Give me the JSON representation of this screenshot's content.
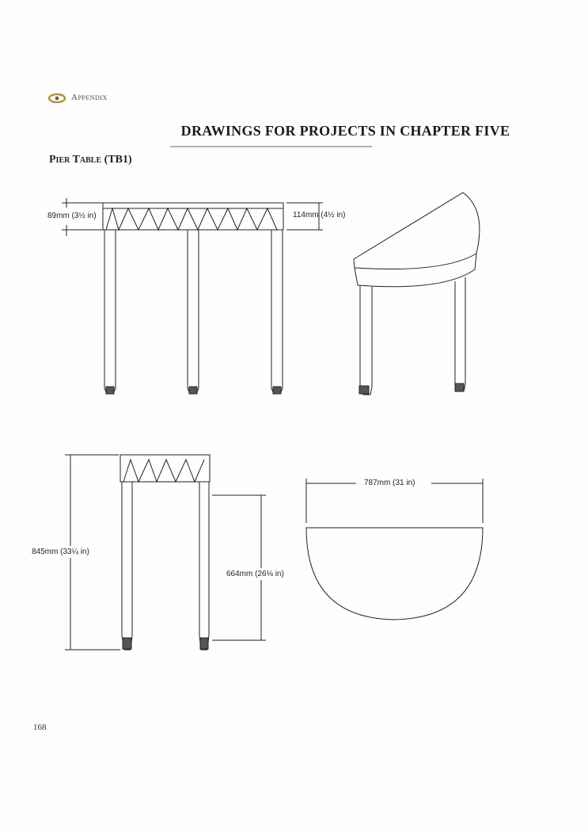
{
  "header": {
    "section": "Appendix",
    "title": "DRAWINGS FOR PROJECTS IN CHAPTER FIVE",
    "subtitle": "Pier Table (TB1)"
  },
  "dimensions": {
    "apron_inner": "89mm (3½ in)",
    "apron_outer": "114mm (4½ in)",
    "total_height": "845mm (33¼ in)",
    "leg_height": "664mm (26⅛ in)",
    "width": "787mm (31 in)"
  },
  "footer": {
    "page_number": "168"
  }
}
